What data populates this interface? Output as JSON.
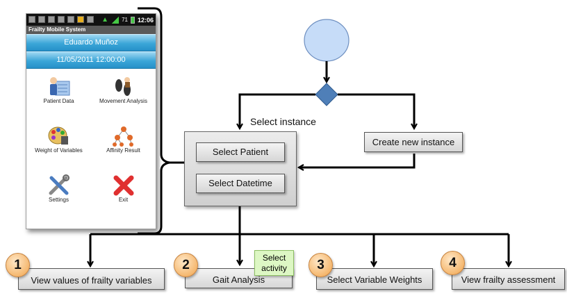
{
  "phone": {
    "status_signal": "71",
    "status_time": "12:06",
    "app_title": "Frailty Mobile System",
    "user_name": "Eduardo Muñoz",
    "datetime": "11/05/2011 12:00:00",
    "menu": [
      {
        "label": "Patient Data",
        "icon": "patient-data-icon"
      },
      {
        "label": "Movement Analysis",
        "icon": "footprints-icon"
      },
      {
        "label": "Weight of Variables",
        "icon": "palette-icon"
      },
      {
        "label": "Affinity Result",
        "icon": "network-icon"
      },
      {
        "label": "Settings",
        "icon": "tools-icon"
      },
      {
        "label": "Exit",
        "icon": "close-icon"
      }
    ]
  },
  "flow": {
    "select_instance_label": "Select instance",
    "select_patient": "Select Patient",
    "select_datetime": "Select Datetime",
    "create_new_instance": "Create new instance",
    "note_select_activity": [
      "Select",
      "activity"
    ],
    "activities": [
      {
        "number": "1",
        "label": "View values of frailty variables"
      },
      {
        "number": "2",
        "label": "Gait Analysis"
      },
      {
        "number": "3",
        "label": "Select Variable Weights"
      },
      {
        "number": "4",
        "label": "View frailty assessment"
      }
    ]
  },
  "colors": {
    "start_node": "#c6dcf8",
    "decision_node": "#4f7fb8",
    "header_band": "#3ba6d8",
    "badge": "#f5b870",
    "note": "#ddf7c4"
  }
}
